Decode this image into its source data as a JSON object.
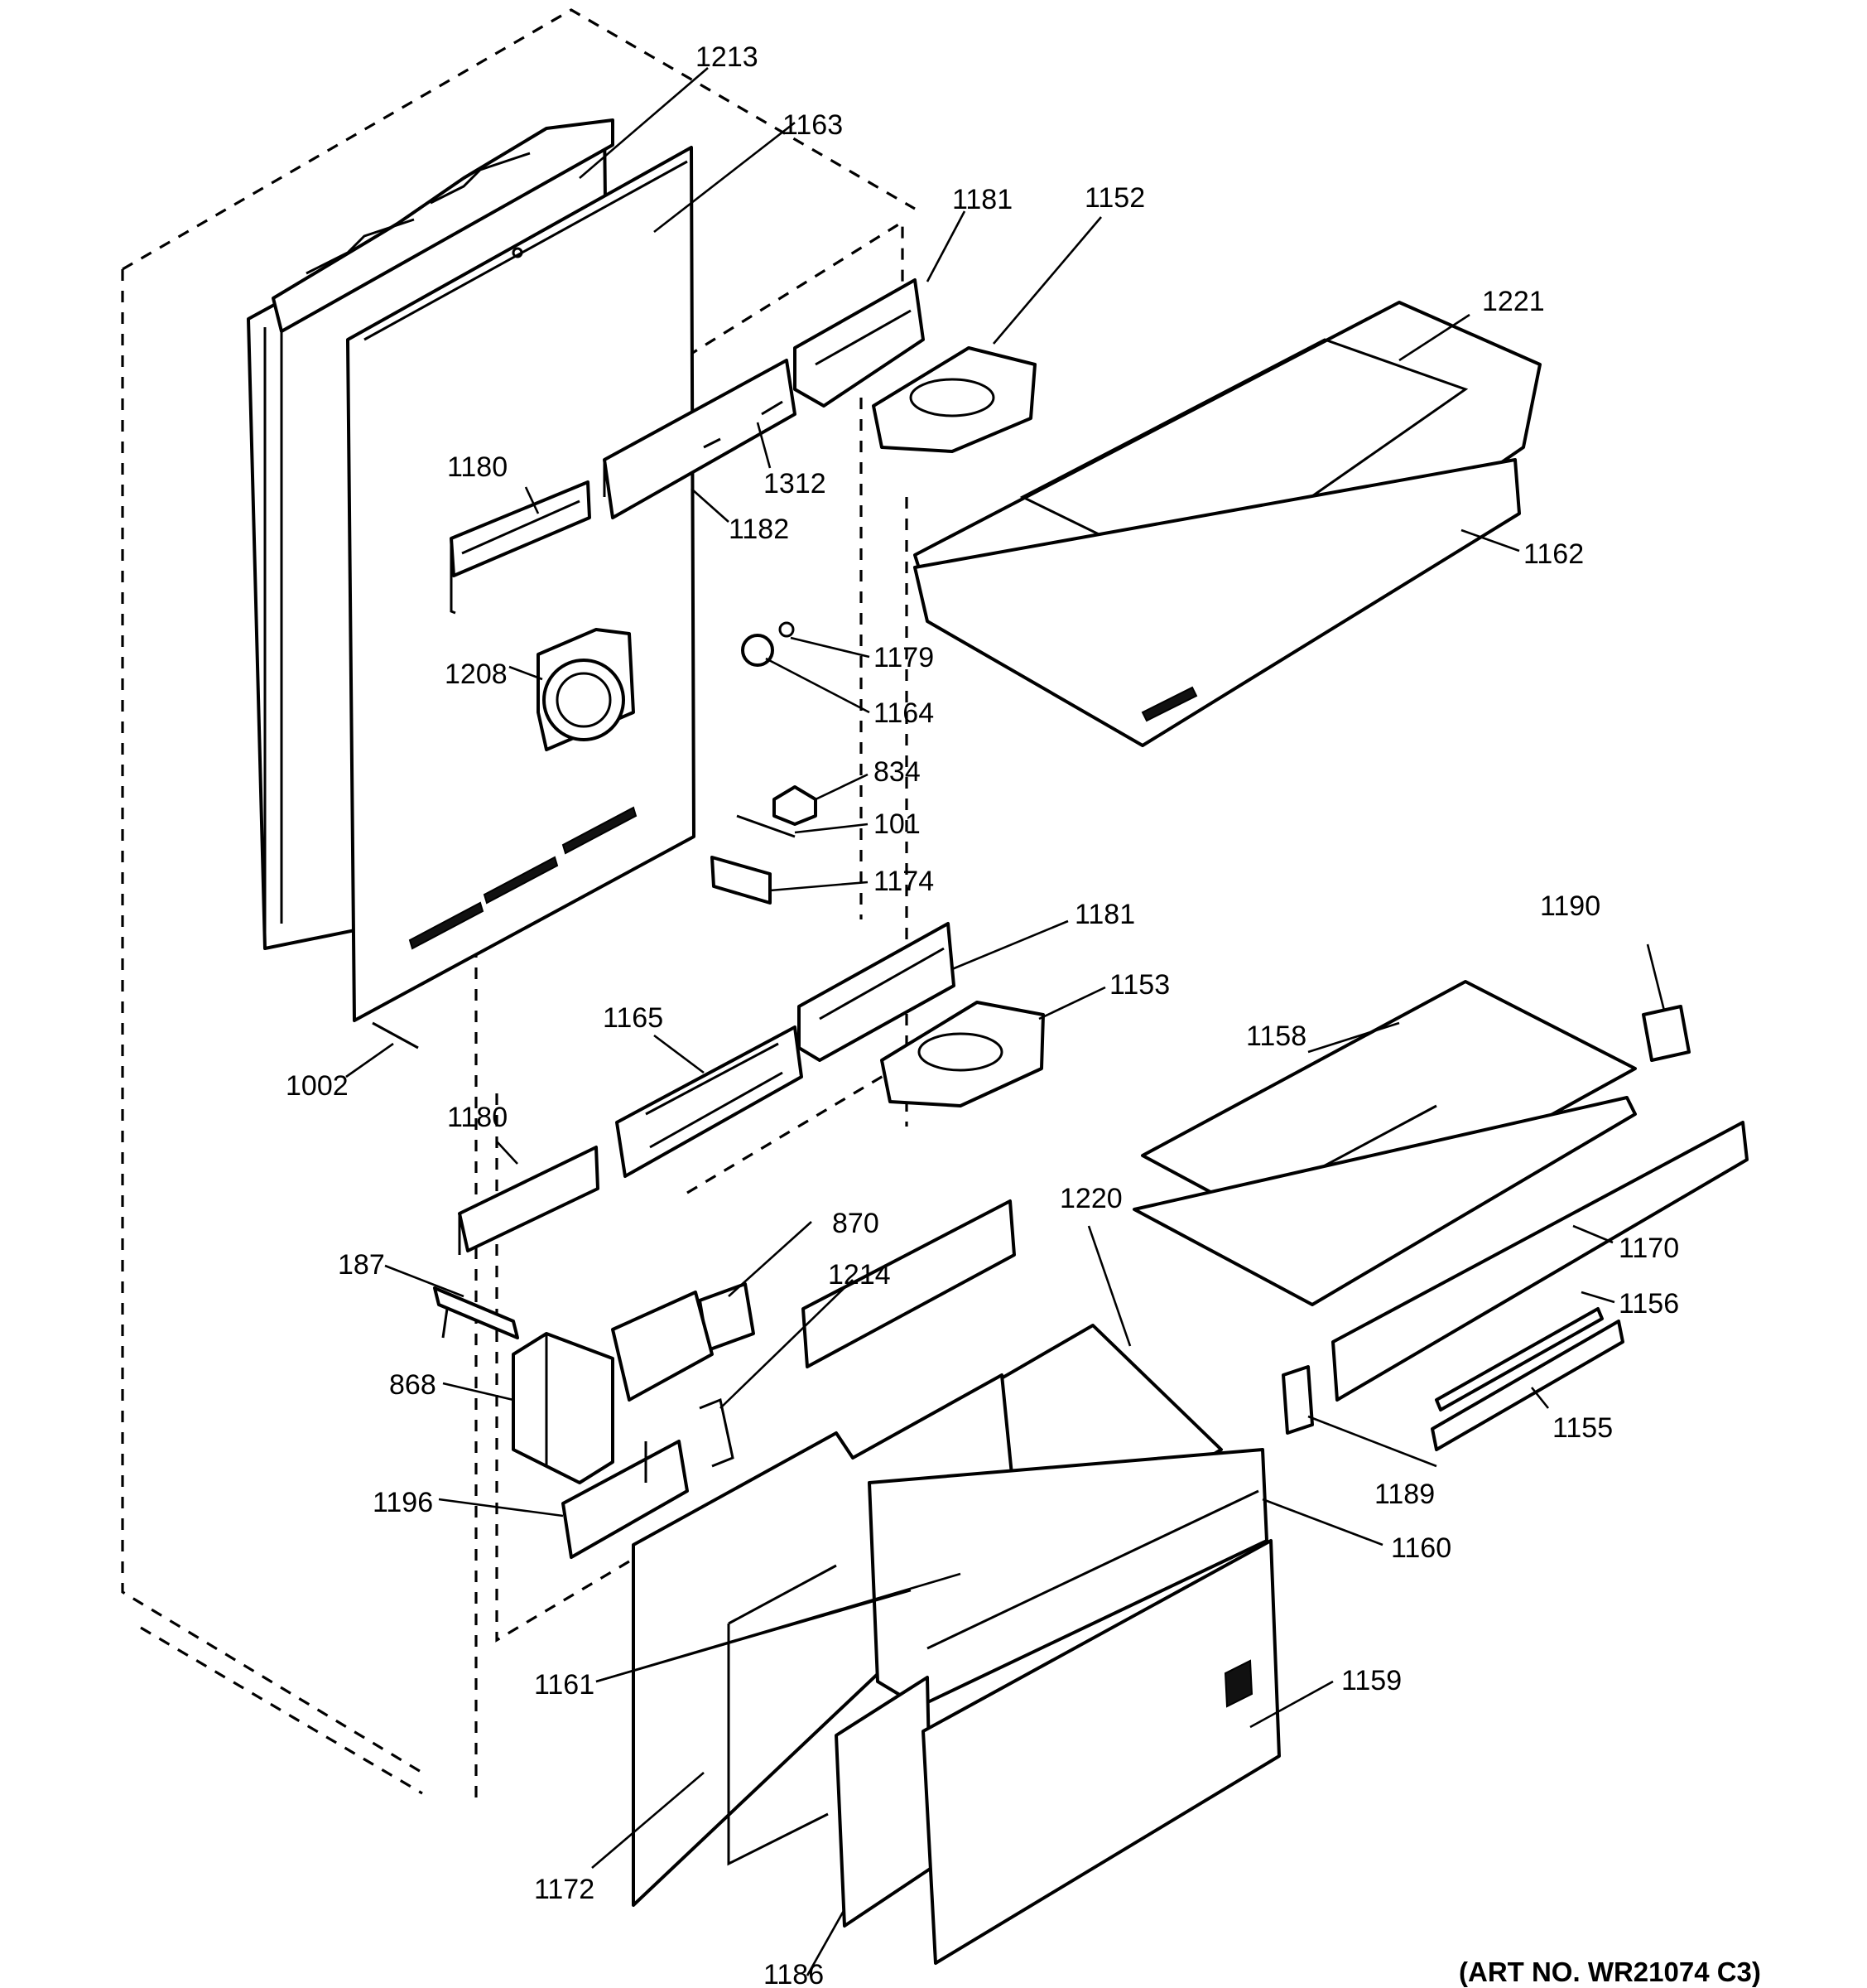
{
  "art_number": "(ART NO. WR21074 C3)",
  "callouts": [
    {
      "id": "1213",
      "label": "1213"
    },
    {
      "id": "1163",
      "label": "1163"
    },
    {
      "id": "1181-top",
      "label": "1181"
    },
    {
      "id": "1152",
      "label": "1152"
    },
    {
      "id": "1221",
      "label": "1221"
    },
    {
      "id": "1180-top",
      "label": "1180"
    },
    {
      "id": "1312",
      "label": "1312"
    },
    {
      "id": "1182",
      "label": "1182"
    },
    {
      "id": "1162",
      "label": "1162"
    },
    {
      "id": "1208",
      "label": "1208"
    },
    {
      "id": "1179",
      "label": "1179"
    },
    {
      "id": "1164",
      "label": "1164"
    },
    {
      "id": "834",
      "label": "834"
    },
    {
      "id": "101",
      "label": "101"
    },
    {
      "id": "1174",
      "label": "1174"
    },
    {
      "id": "1181-mid",
      "label": "1181"
    },
    {
      "id": "1190",
      "label": "1190"
    },
    {
      "id": "1153",
      "label": "1153"
    },
    {
      "id": "1165",
      "label": "1165"
    },
    {
      "id": "1158",
      "label": "1158"
    },
    {
      "id": "1002",
      "label": "1002"
    },
    {
      "id": "1180-mid",
      "label": "1180"
    },
    {
      "id": "1220",
      "label": "1220"
    },
    {
      "id": "870",
      "label": "870"
    },
    {
      "id": "1170",
      "label": "1170"
    },
    {
      "id": "187",
      "label": "187"
    },
    {
      "id": "1214",
      "label": "1214"
    },
    {
      "id": "1156",
      "label": "1156"
    },
    {
      "id": "868",
      "label": "868"
    },
    {
      "id": "1155",
      "label": "1155"
    },
    {
      "id": "1189",
      "label": "1189"
    },
    {
      "id": "1196",
      "label": "1196"
    },
    {
      "id": "1160",
      "label": "1160"
    },
    {
      "id": "1161",
      "label": "1161"
    },
    {
      "id": "1159",
      "label": "1159"
    },
    {
      "id": "1172",
      "label": "1172"
    },
    {
      "id": "1186",
      "label": "1186"
    }
  ]
}
